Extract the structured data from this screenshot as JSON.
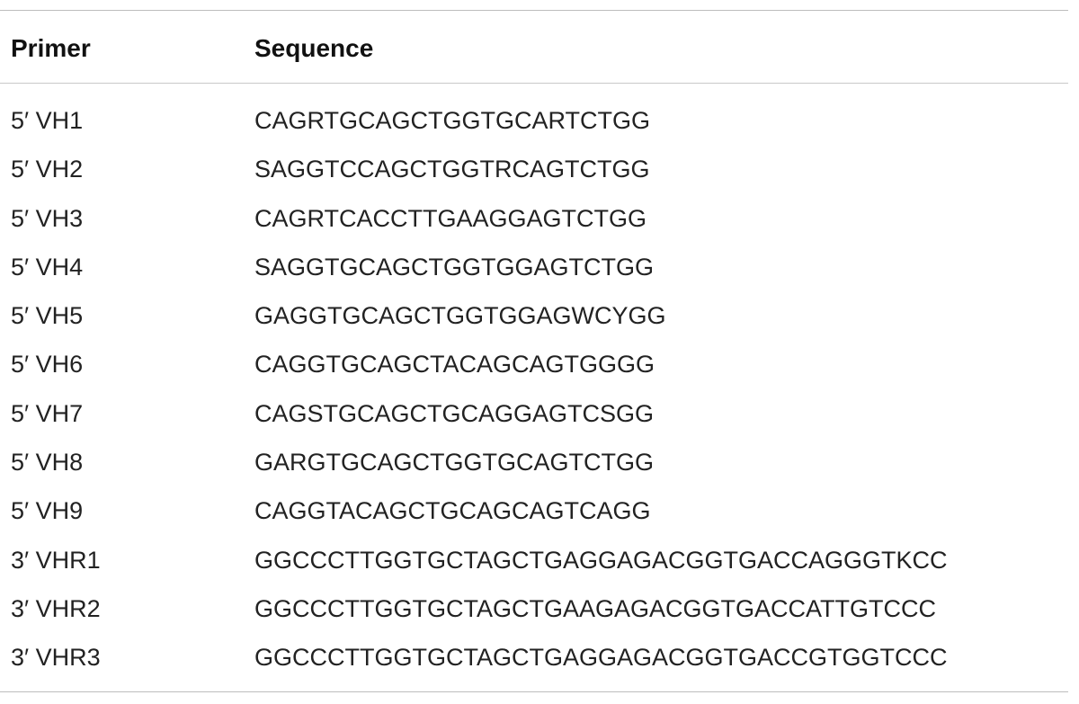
{
  "table": {
    "headers": {
      "primer": "Primer",
      "sequence": "Sequence"
    },
    "rows": [
      {
        "primer": "5′ VH1",
        "sequence": "CAGRTGCAGCTGGTGCARTCTGG"
      },
      {
        "primer": "5′ VH2",
        "sequence": "SAGGTCCAGCTGGTRCAGTCTGG"
      },
      {
        "primer": "5′ VH3",
        "sequence": "CAGRTCACCTTGAAGGAGTCTGG"
      },
      {
        "primer": "5′ VH4",
        "sequence": "SAGGTGCAGCTGGTGGAGTCTGG"
      },
      {
        "primer": "5′ VH5",
        "sequence": "GAGGTGCAGCTGGTGGAGWCYGG"
      },
      {
        "primer": "5′ VH6",
        "sequence": "CAGGTGCAGCTACAGCAGTGGGG"
      },
      {
        "primer": "5′ VH7",
        "sequence": "CAGSTGCAGCTGCAGGAGTCSGG"
      },
      {
        "primer": "5′ VH8",
        "sequence": "GARGTGCAGCTGGTGCAGTCTGG"
      },
      {
        "primer": "5′ VH9",
        "sequence": "CAGGTACAGCTGCAGCAGTCAGG"
      },
      {
        "primer": "3′ VHR1",
        "sequence": "GGCCCTTGGTGCTAGCTGAGGAGACGGTGACCAGGGTKCC"
      },
      {
        "primer": "3′ VHR2",
        "sequence": "GGCCCTTGGTGCTAGCTGAAGAGACGGTGACCATTGTCCC"
      },
      {
        "primer": "3′ VHR3",
        "sequence": "GGCCCTTGGTGCTAGCTGAGGAGACGGTGACCGTGGTCCC"
      }
    ]
  }
}
